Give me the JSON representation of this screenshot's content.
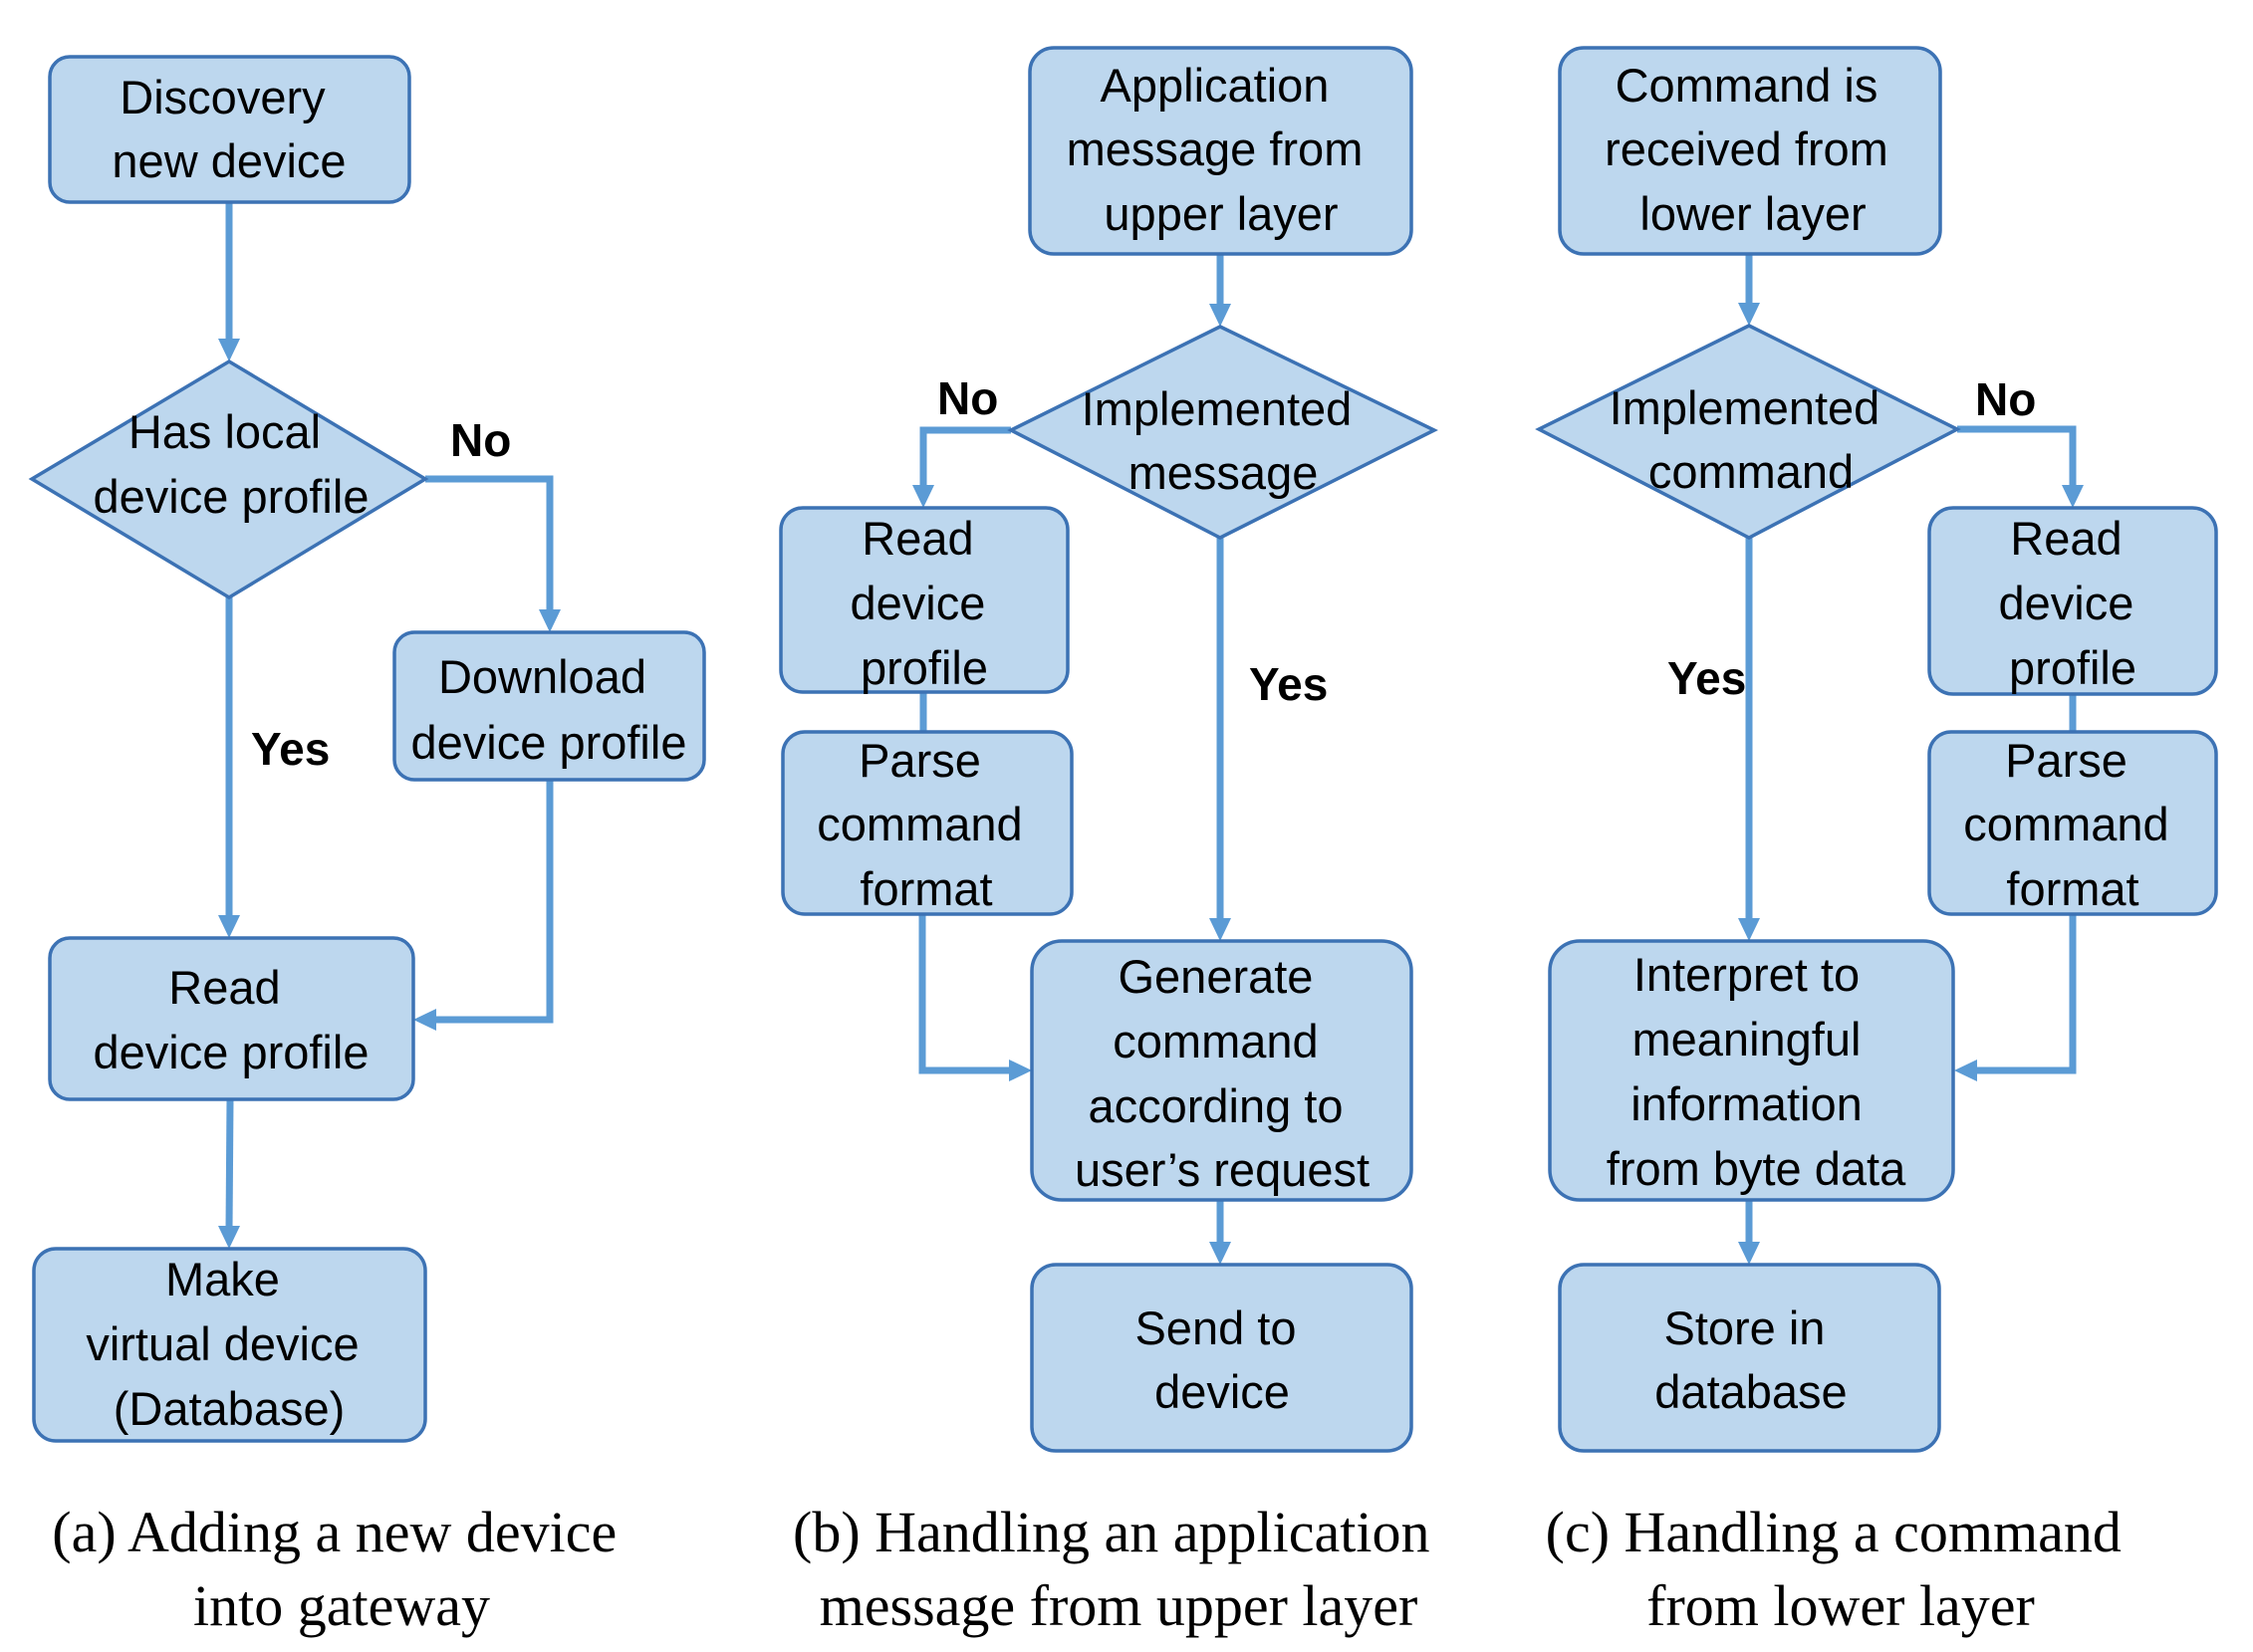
{
  "panels": {
    "a": {
      "caption": [
        "(a) Adding a new device",
        "into gateway"
      ],
      "nodes": {
        "discovery": [
          "Discovery",
          "new device"
        ],
        "has_profile": [
          "Has local",
          "device profile"
        ],
        "download": [
          "Download",
          "device profile"
        ],
        "read": [
          "Read",
          "device profile"
        ],
        "make": [
          "Make",
          "virtual device",
          "(Database)"
        ]
      },
      "labels": {
        "no": "No",
        "yes": "Yes"
      }
    },
    "b": {
      "caption": [
        "(b) Handling an application",
        "message from upper layer"
      ],
      "nodes": {
        "app_msg": [
          "Application",
          "message from",
          "upper layer"
        ],
        "implemented": [
          "Implemented",
          "message"
        ],
        "read": [
          "Read",
          "device",
          "profile"
        ],
        "parse": [
          "Parse",
          "command",
          "format"
        ],
        "generate": [
          "Generate",
          "command",
          "according to",
          "user’s request"
        ],
        "send": [
          "Send to",
          "device"
        ]
      },
      "labels": {
        "no": "No",
        "yes": "Yes"
      }
    },
    "c": {
      "caption": [
        "(c) Handling a command",
        "from lower layer"
      ],
      "nodes": {
        "cmd_received": [
          "Command is",
          "received from",
          "lower layer"
        ],
        "implemented": [
          "Implemented",
          "command"
        ],
        "read": [
          "Read",
          "device",
          "profile"
        ],
        "parse": [
          "Parse",
          "command",
          "format"
        ],
        "interpret": [
          "Interpret to",
          "meaningful",
          "information",
          "from byte data"
        ],
        "store": [
          "Store in",
          "database"
        ]
      },
      "labels": {
        "no": "No",
        "yes": "Yes"
      }
    }
  },
  "colors": {
    "node_fill": "#bdd7ee",
    "node_stroke": "#3c72b4",
    "edge": "#5b9bd5"
  }
}
